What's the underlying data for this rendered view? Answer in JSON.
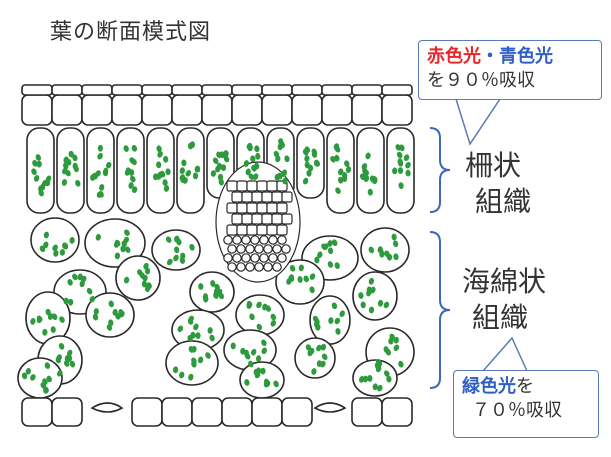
{
  "title": "葉の断面模式図",
  "callout_top": {
    "red_light": "赤色光",
    "separator": "・",
    "blue_light": "青色光",
    "absorb_text": "を９０％吸収"
  },
  "callout_bottom": {
    "green_light": "緑色光",
    "wo": "を",
    "absorb_text": "７０％吸収"
  },
  "layers": {
    "palisade": {
      "line1": "柵状",
      "line2": "組織"
    },
    "spongy": {
      "line1": "海綿状",
      "line2": "組織"
    }
  },
  "colors": {
    "outline": "#2a2a2a",
    "chloroplast": "#2e9a3e",
    "bracket": "#3d68b8",
    "red_light": "#e8262a",
    "blue_light": "#2f5fc4"
  }
}
